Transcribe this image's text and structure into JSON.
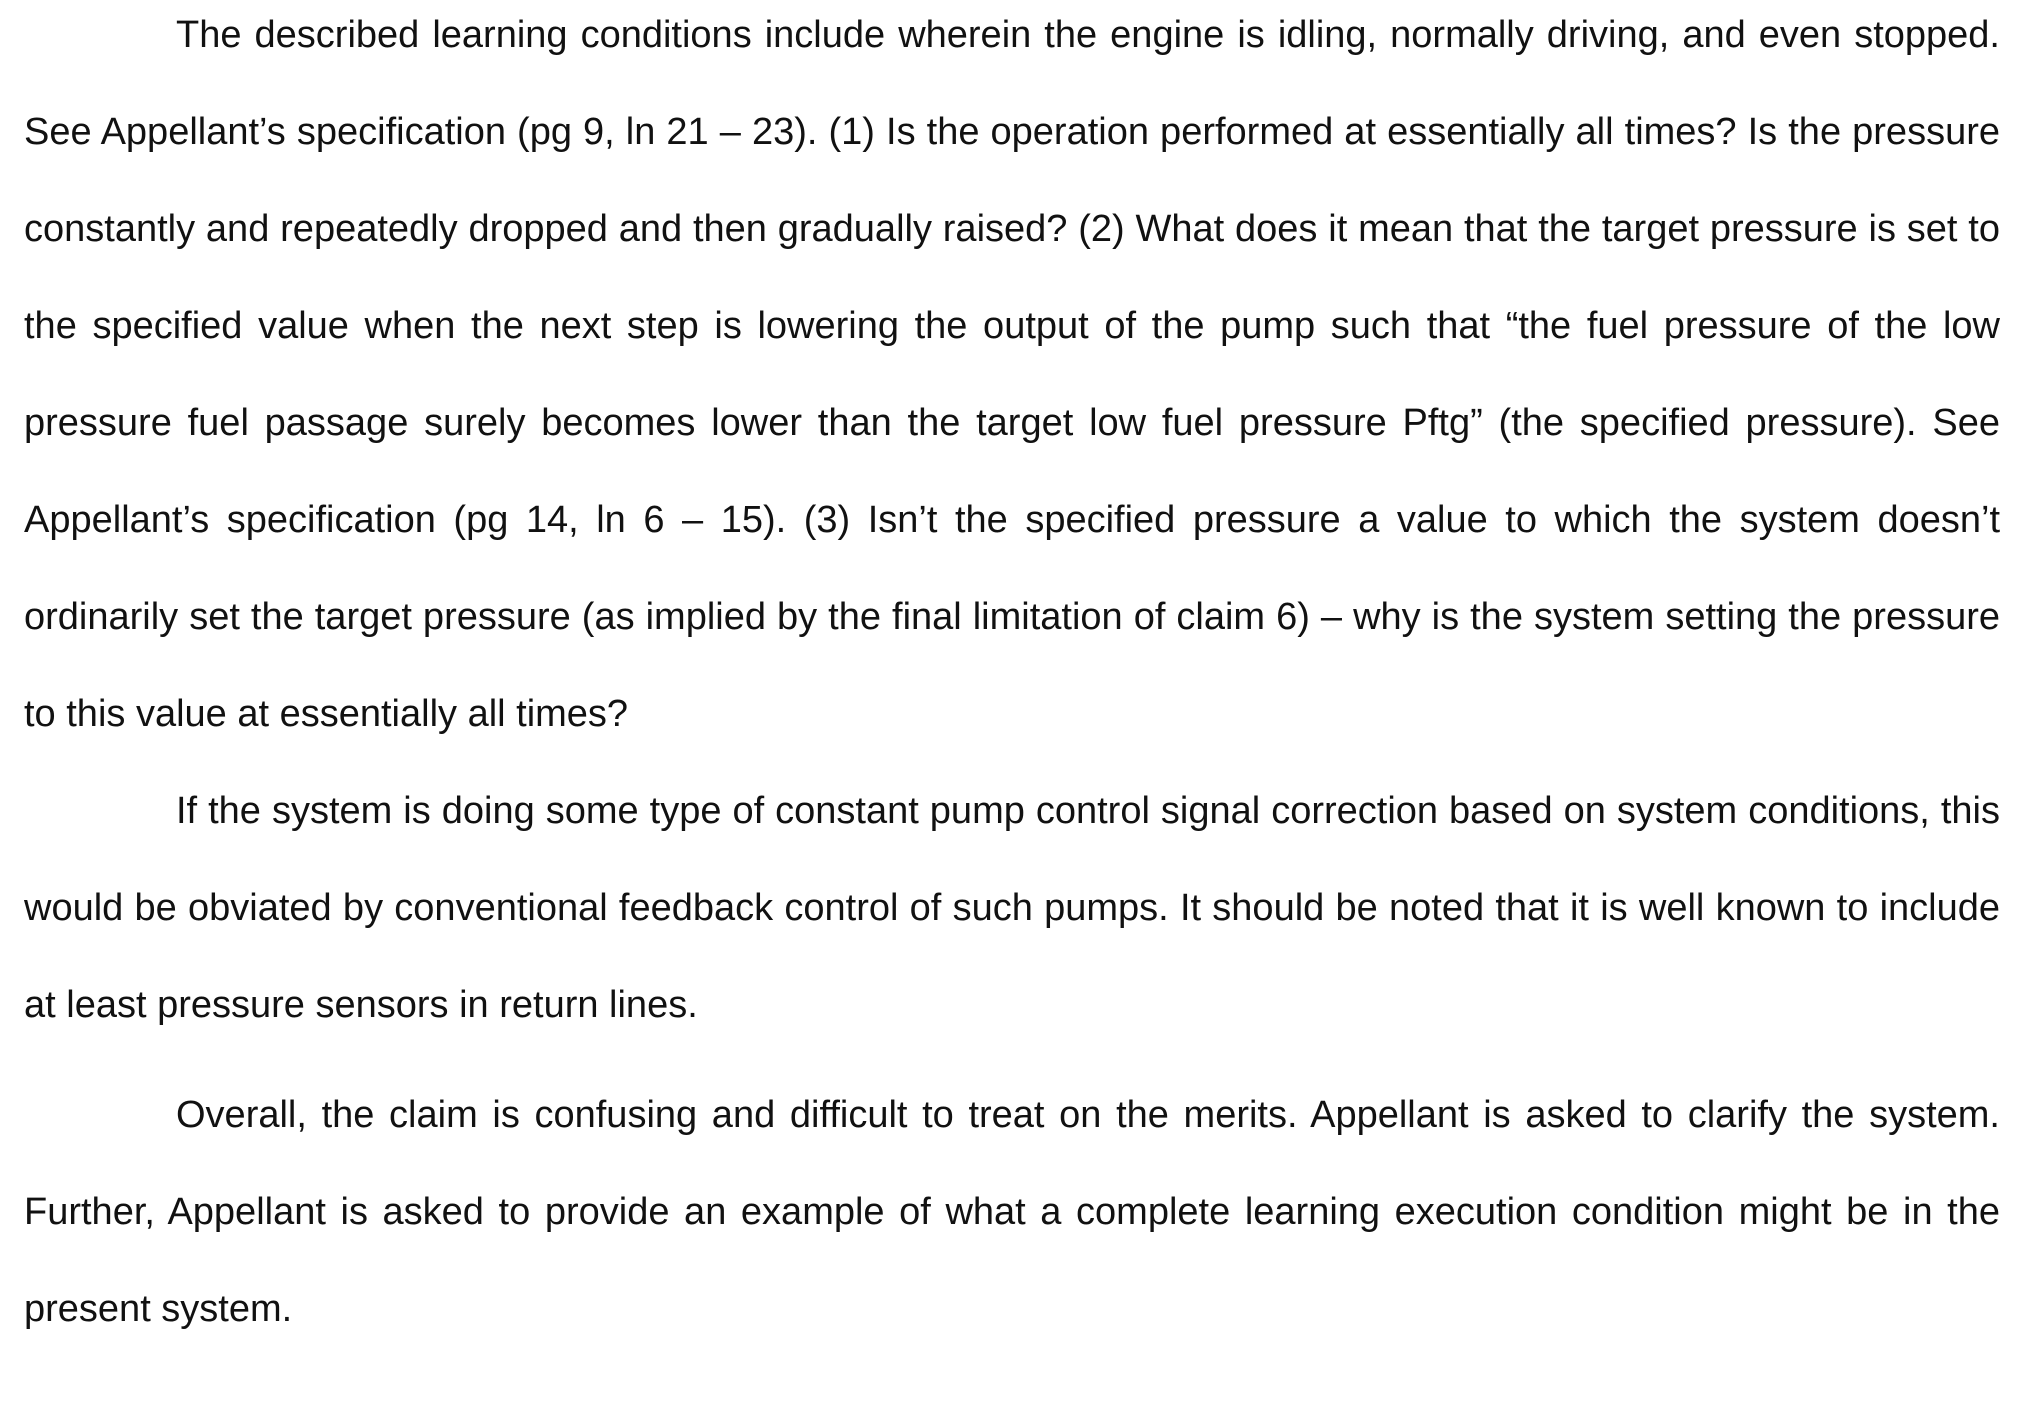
{
  "document": {
    "paragraphs": [
      "The described learning conditions include wherein the engine is idling, normally driving, and even stopped. See Appellant’s specification (pg 9, ln 21 – 23). (1) Is the operation performed at essentially all times? Is the pressure constantly and repeatedly dropped and then gradually raised? (2) What does it mean that the target pressure is set to the specified value when the next step is lowering the output of the pump such that “the fuel pressure of the low pressure fuel passage surely becomes lower than the target low fuel pressure Pftg” (the specified pressure). See Appellant’s specification (pg 14, ln 6 – 15). (3) Isn’t the specified pressure a value to which the system doesn’t ordinarily set the target pressure (as implied by the final limitation of claim 6) – why is the system setting the pressure to this value at essentially all times?",
      "If the system is doing some type of constant pump control signal correction based on system conditions, this would be obviated by conventional feedback control of such pumps. It should be noted that it is well known to include at least pressure sensors in return lines.",
      "Overall, the claim is confusing and difficult to treat on the merits. Appellant is asked to clarify the system. Further, Appellant is asked to provide an example of what a complete learning execution condition might be in the present system."
    ]
  }
}
